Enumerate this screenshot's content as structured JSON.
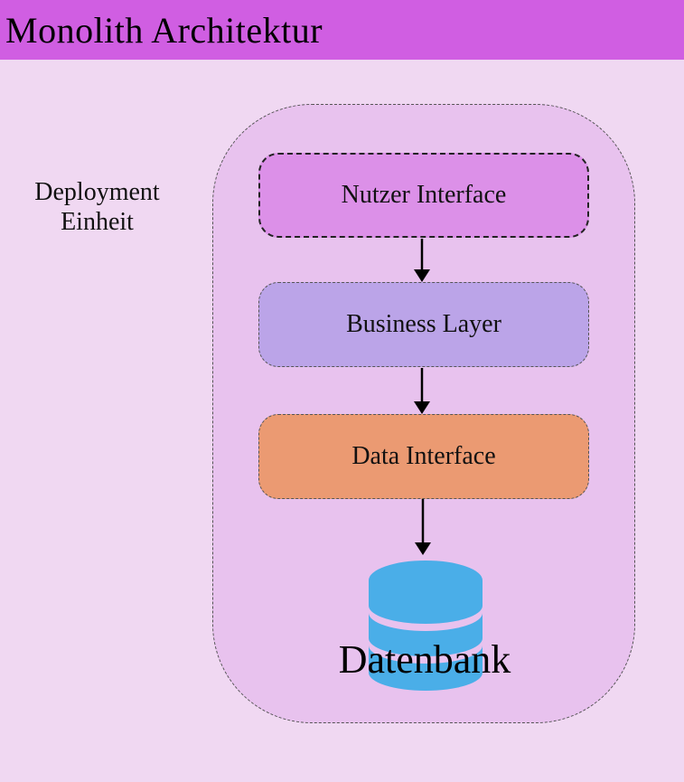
{
  "header": {
    "title": "Monolith Architektur"
  },
  "side_label": {
    "line1": "Deployment",
    "line2": "Einheit"
  },
  "layers": [
    {
      "label": "Nutzer Interface",
      "color": "#dc90e8"
    },
    {
      "label": "Business Layer",
      "color": "#bba4e8"
    },
    {
      "label": "Data Interface",
      "color": "#eb9a72"
    }
  ],
  "database": {
    "label": "Datenbank",
    "icon": "database-icon",
    "color": "#4aaee8"
  },
  "colors": {
    "header": "#d05ee2",
    "background": "#f0d8f2",
    "container": "#e8c2ee"
  },
  "edges": [
    {
      "from": "Nutzer Interface",
      "to": "Business Layer"
    },
    {
      "from": "Business Layer",
      "to": "Data Interface"
    },
    {
      "from": "Data Interface",
      "to": "Datenbank"
    }
  ]
}
